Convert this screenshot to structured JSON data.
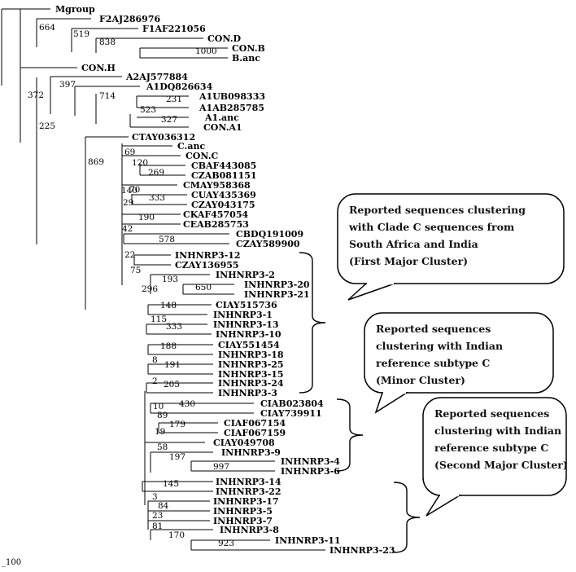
{
  "tree": {
    "taxa": [
      "Mgroup",
      "F2AJ286976",
      "F1AF221056",
      "CON.D",
      "CON.B",
      "B.anc",
      "CON.H",
      "A2AJ577884",
      "A1DQ826634",
      "A1UB098333",
      "A1AB285785",
      "A1.anc",
      "CON.A1",
      "CTAY036312",
      "C.anc",
      "CON.C",
      "CBAF443085",
      "CZAB081151",
      "CMAY958368",
      "CUAY435369",
      "CZAY043175",
      "CKAF457054",
      "CEAB285753",
      "CBDQ191009",
      "CZAY589900",
      "INHNRP3-12",
      "CZAY136955",
      "INHNRP3-2",
      "INHNRP3-20",
      "INHNRP3-21",
      "CIAY515736",
      "INHNRP3-1",
      "INHNRP3-13",
      "INHNRP3-10",
      "CIAY551454",
      "INHNRP3-18",
      "INHNRP3-25",
      "INHNRP3-15",
      "INHNRP3-24",
      "INHNRP3-3",
      "CIAB023804",
      "CIAY739911",
      "CIAF067154",
      "CIAF067159",
      "CIAY049708",
      "INHNRP3-9",
      "INHNRP3-4",
      "INHNRP3-6",
      "INHNRP3-14",
      "INHNRP3-22",
      "INHNRP3-17",
      "INHNRP3-5",
      "INHNRP3-7",
      "INHNRP3-8",
      "INHNRP3-11",
      "INHNRP3-23"
    ],
    "bootstrap": [
      "664",
      "519",
      "838",
      "1000",
      "372",
      "397",
      "714",
      "231",
      "523",
      "327",
      "225",
      "869",
      "69",
      "120",
      "269",
      "140",
      "70",
      "29",
      "333",
      "190",
      "42",
      "578",
      "22",
      "75",
      "193",
      "296",
      "650",
      "148",
      "115",
      "333",
      "188",
      "8",
      "191",
      "2",
      "205",
      "10",
      "430",
      "89",
      "179",
      "19",
      "58",
      "197",
      "997",
      "145",
      "3",
      "84",
      "23",
      "81",
      "170",
      "923"
    ],
    "scale_label": "_100"
  },
  "callouts": [
    {
      "lines": [
        "Reported sequences clustering",
        "with  Clade  C sequences from",
        "South Africa and India",
        "(First Major Cluster)"
      ]
    },
    {
      "lines": [
        "Reported sequences",
        "clustering with Indian",
        "reference subtype C",
        "(Minor Cluster)"
      ]
    },
    {
      "lines": [
        "Reported sequences",
        "clustering with Indian",
        "reference subtype C",
        "(Second Major  Cluster)"
      ]
    }
  ]
}
